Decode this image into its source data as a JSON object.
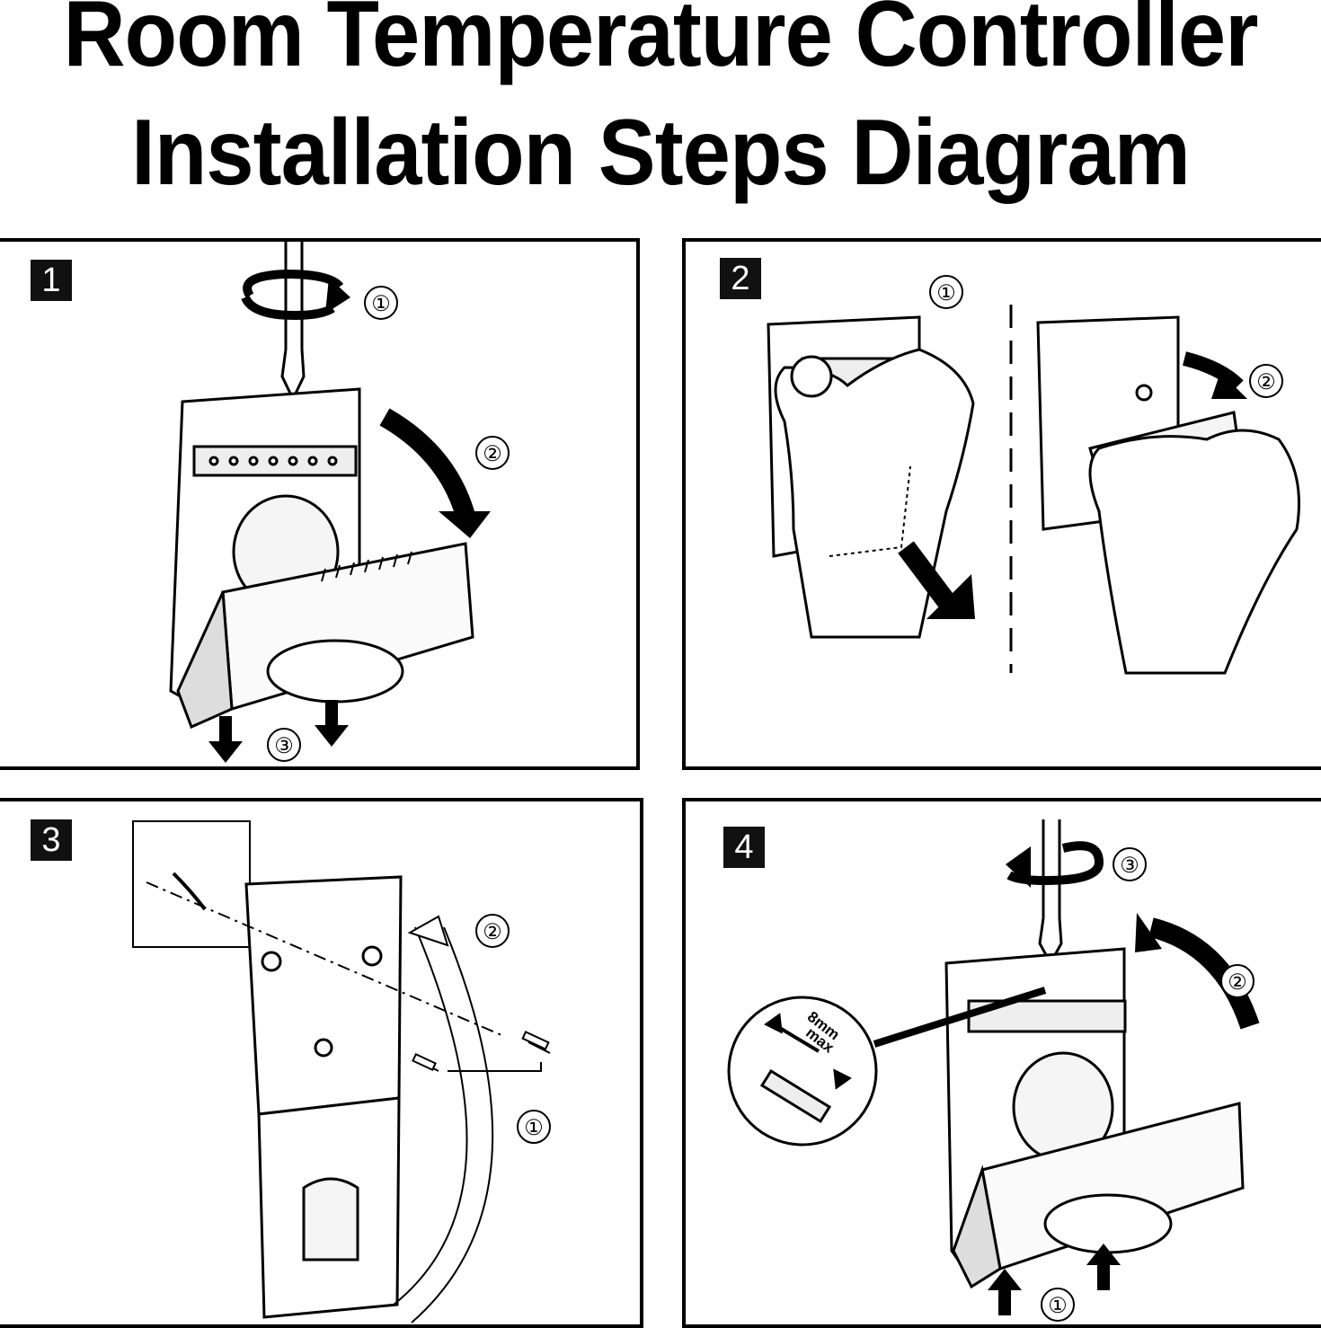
{
  "title": {
    "line1": "Room Temperature Controller",
    "line2": "Installation Steps Diagram"
  },
  "panels": [
    {
      "number": "1",
      "callouts": [
        "①",
        "②",
        "③"
      ]
    },
    {
      "number": "2",
      "callouts": [
        "①",
        "②"
      ]
    },
    {
      "number": "3",
      "callouts": [
        "①",
        "②"
      ]
    },
    {
      "number": "4",
      "callouts": [
        "①",
        "②",
        "③"
      ],
      "wire_label": {
        "line1": "8mm",
        "line2": "max"
      }
    }
  ]
}
